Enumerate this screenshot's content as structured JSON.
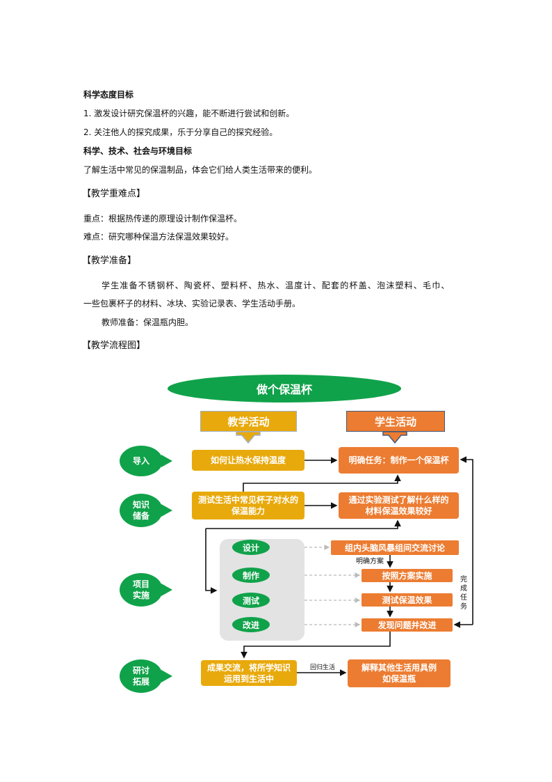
{
  "text": {
    "h1": "科学态度目标",
    "p1": "1. 激发设计研究保温杯的兴趣，能不断进行尝试和创新。",
    "p2": "2. 关注他人的探究成果，乐于分享自己的探究经验。",
    "h2": "科学、技术、社会与环境目标",
    "p3": "了解生活中常见的保温制品，体会它们给人类生活带来的便利。",
    "s1": "【教学重难点】",
    "p4": "重点：根据热传递的原理设计制作保温杯。",
    "p5": "难点：研究哪种保温方法保温效果较好。",
    "s2": "【教学准备】",
    "p6a": "学生准备不锈钢杯、陶瓷杯、塑料杯、热水、温度计、配套的杯盖、泡沫塑料、毛巾、",
    "p6b": "一些包裹杯子的材料、冰块、实验记录表、学生活动手册。",
    "p7": "教师准备：保温瓶内胆。",
    "s3": "【教学流程图】"
  },
  "flow": {
    "title": "做个保温杯",
    "teacher_header": "教学活动",
    "student_header": "学生活动",
    "stages": [
      "导入",
      "知识储备",
      "项目实施",
      "研讨拓展"
    ],
    "teacher": [
      "如何让热水保持温度",
      "测试生活中常见杯子对水的保温能力",
      "成果交流，将所学知识运用到生活中"
    ],
    "student": [
      "明确任务：制作一个保温杯",
      "通过实验测试了解什么样的材料保温效果较好",
      "解释其他生活用具例如保温瓶"
    ],
    "cycle": [
      "设计",
      "制作",
      "测试",
      "改进"
    ],
    "project": [
      "组内头脑风暴组间交流讨论",
      "按照方案实施",
      "测试保温效果",
      "发现问题并改进"
    ],
    "label_plan": "明确方案",
    "label_done": "完成任务",
    "label_life": "回归生活"
  }
}
